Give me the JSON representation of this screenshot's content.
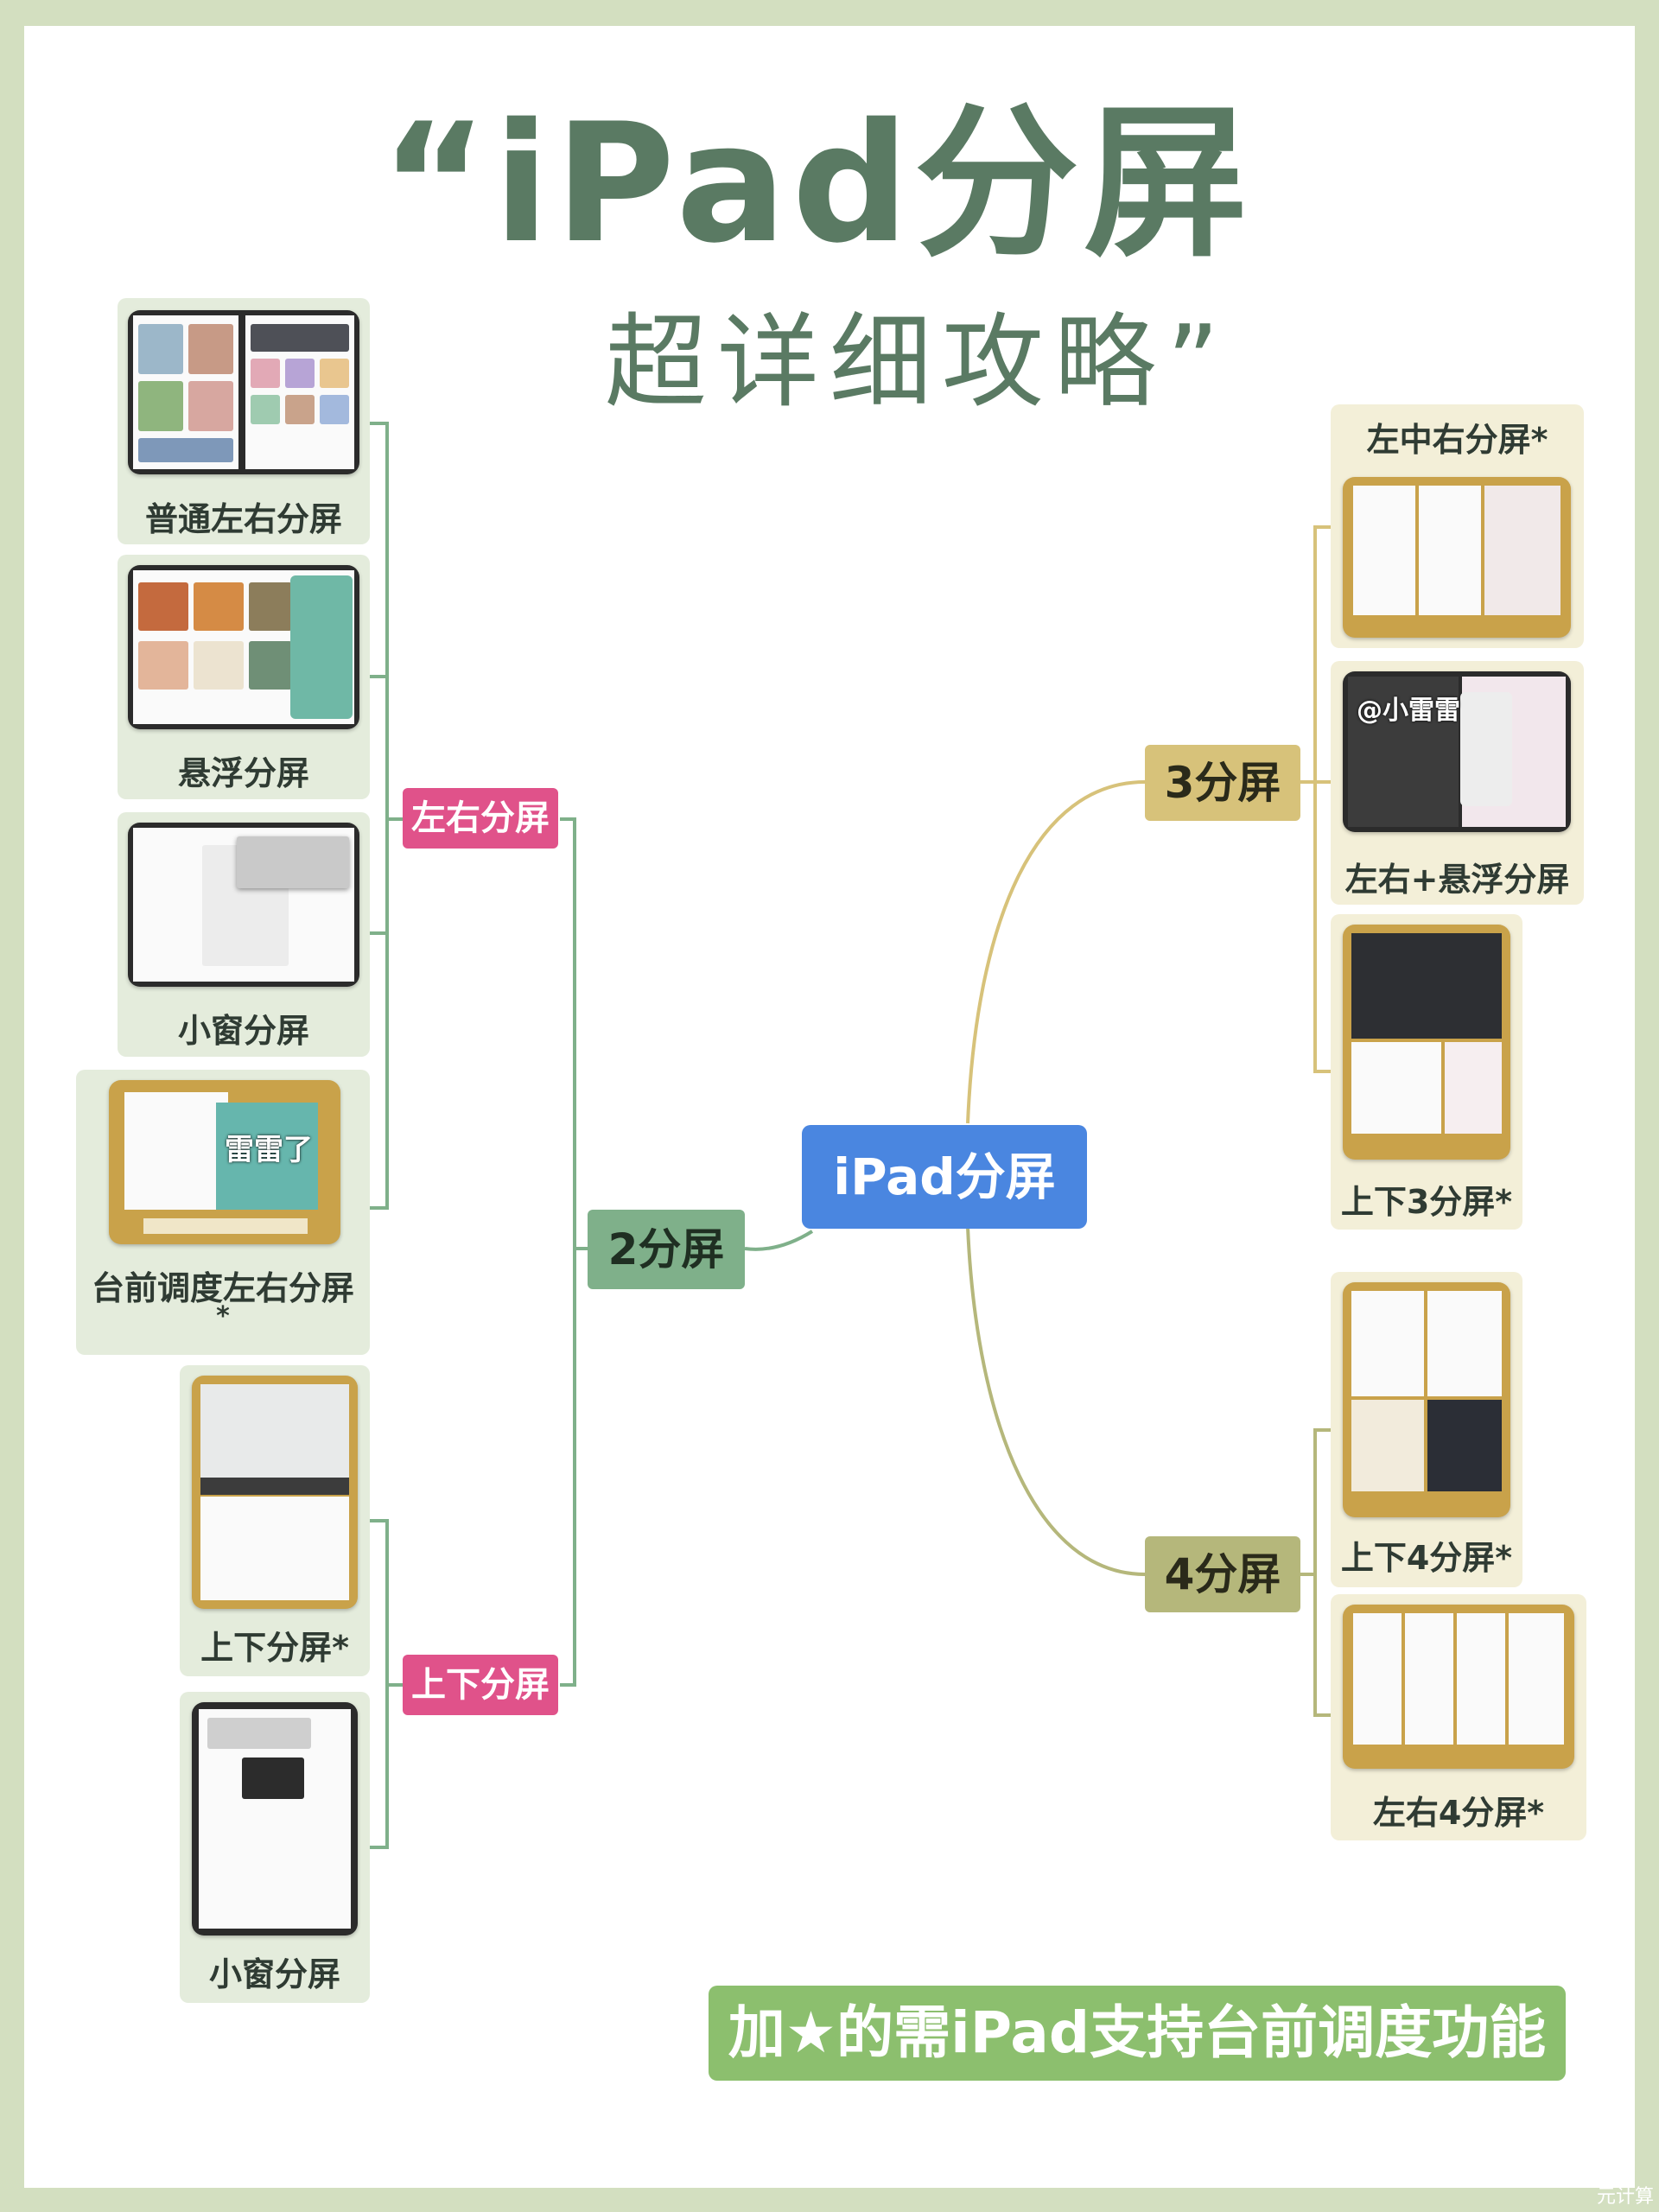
{
  "title": {
    "line1": "“iPad分屏",
    "line2": "超详细攻略”"
  },
  "root": {
    "label": "iPad分屏"
  },
  "branches": {
    "two": {
      "label": "2分屏"
    },
    "three": {
      "label": "3分屏"
    },
    "four": {
      "label": "4分屏"
    }
  },
  "groups": {
    "lr": {
      "label": "左右分屏"
    },
    "tb": {
      "label": "上下分屏"
    }
  },
  "leaves": {
    "lr_normal": "普通左右分屏",
    "lr_float": "悬浮分屏",
    "lr_window": "小窗分屏",
    "lr_stage": "台前调度左右分屏",
    "lr_stage_star": "*",
    "tb_split": "上下分屏*",
    "tb_window": "小窗分屏",
    "three_lmr": "左中右分屏*",
    "three_lr_float": "左右+悬浮分屏",
    "three_tb": "上下3分屏*",
    "four_tb": "上下4分屏*",
    "four_lr": "左右4分屏*"
  },
  "overlays": {
    "handle1": "雷雷了",
    "handle2": "@小雷雷"
  },
  "footer": {
    "note": "加★的需iPad支持台前调度功能"
  },
  "corner": {
    "mark": "元计算"
  },
  "colors": {
    "background": "#d3dfc0",
    "title": "#5a7a63",
    "root": "#4a86e0",
    "group": "#e0528a",
    "branch_two": "#7fb08a",
    "branch_three": "#d7c27a",
    "branch_four": "#b5b77b",
    "footer": "#8cbf6e"
  }
}
